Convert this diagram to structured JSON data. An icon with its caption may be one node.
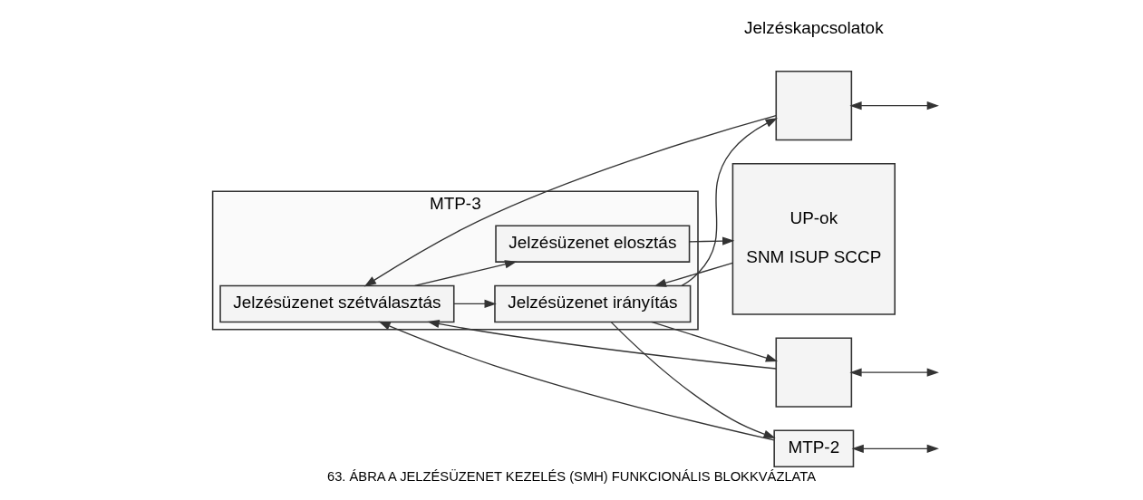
{
  "diagram": {
    "caption": "63. ÁBRA A JELZÉSÜZENET KEZELÉS (SMH) FUNKCIONÁLIS BLOKKVÁZLATA",
    "nodes": [
      {
        "text": [
          "UP-ok",
          "SNM ISUP SCCP"
        ]
      },
      {
        "text": [
          "MTP-3"
        ]
      },
      {
        "text": [
          "Jelzésüzenet elosztás"
        ],
        "in": 1
      },
      {
        "text": [
          "Jelzésüzenet szétválasztás"
        ],
        "in": 1
      },
      {
        "text": [
          "Jelzésüzenet irányítás"
        ],
        "in": 1
      },
      {
        "text": [],
        "shape": "box"
      },
      {
        "text": [],
        "shape": "box"
      },
      {
        "text": [
          "MTP-2"
        ]
      }
    ],
    "edges": [
      {
        "from": 3,
        "to": 2,
        "arrow": "to"
      },
      {
        "from": 2,
        "to": 0,
        "arrow": "to"
      },
      {
        "from": 3,
        "to": 4,
        "arrow": "to"
      },
      {
        "from": 0,
        "to": 4,
        "arrow": "to"
      },
      {
        "from": 5,
        "to": 3,
        "arrow": "to"
      },
      {
        "from": 6,
        "to": 3,
        "arrow": "to"
      },
      {
        "from": 7,
        "to": 3,
        "arrow": "to"
      },
      {
        "from": 4,
        "to": 5,
        "arrow": "to"
      },
      {
        "from": 4,
        "to": 6,
        "arrow": "to"
      },
      {
        "from": 4,
        "to": 7,
        "arrow": "to"
      },
      {
        "from": 5,
        "to": null,
        "arrow": "both"
      },
      {
        "from": 6,
        "to": null,
        "arrow": "both"
      },
      {
        "from": 7,
        "to": null,
        "arrow": "both"
      }
    ],
    "labels": [
      "Jelzéskapcsolatok"
    ]
  }
}
